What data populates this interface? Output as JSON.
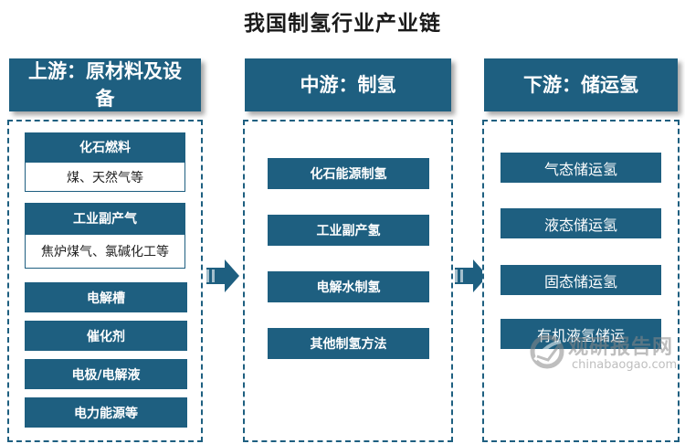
{
  "title": "我国制氢行业产业链",
  "upstream": {
    "header": "上游：原材料及设备",
    "groups": [
      {
        "label": "化石燃料",
        "detail": "煤、天然气等"
      },
      {
        "label": "工业副产气",
        "detail": "焦炉煤气、氯碱化工等"
      }
    ],
    "items": [
      "电解槽",
      "催化剂",
      "电极/电解液",
      "电力能源等"
    ]
  },
  "midstream": {
    "header": "中游：制氢",
    "items": [
      "化石能源制氢",
      "工业副产氢",
      "电解水制氢",
      "其他制氢方法"
    ]
  },
  "downstream": {
    "header": "下游：储运氢",
    "items": [
      "气态储运氢",
      "液态储运氢",
      "固态储运氢",
      "有机液氢储运"
    ]
  },
  "watermark": {
    "cn": "观研报告网",
    "en": "chinabaogao.com"
  },
  "colors": {
    "primary": "#1e5f80",
    "border": "#1e5f80"
  }
}
